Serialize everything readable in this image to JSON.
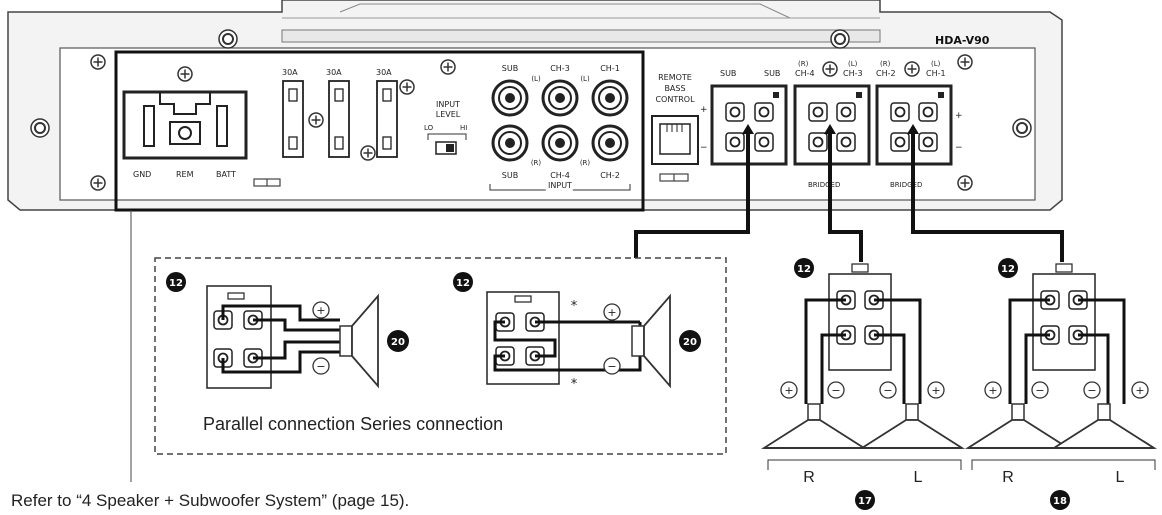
{
  "amp": {
    "model": "HDA-V90",
    "fuse_label": "30A",
    "power_terminals": [
      "GND",
      "REM",
      "BATT"
    ],
    "input_level": {
      "title_line1": "INPUT",
      "title_line2": "LEVEL",
      "lo": "LO",
      "hi": "HI"
    },
    "rca_top": {
      "sub": "SUB",
      "ch3": "CH-3",
      "ch1": "CH-1",
      "l": "(L)"
    },
    "rca_bottom": {
      "sub": "SUB",
      "ch4": "CH-4",
      "ch2": "CH-2",
      "r": "(R)"
    },
    "input_label": "INPUT",
    "remote": {
      "line1": "REMOTE",
      "line2": "BASS",
      "line3": "CONTROL"
    },
    "outputs": {
      "sub_left": "SUB",
      "sub_right": "SUB",
      "ch4": "CH-4",
      "ch3": "CH-3",
      "ch2": "CH-2",
      "ch1": "CH-1",
      "r": "(R)",
      "l": "(L)",
      "bridged": "BRIDGED"
    }
  },
  "callouts": {
    "connector": "12",
    "subwoofer": "20",
    "system_17": "17",
    "system_18": "18"
  },
  "polarity": {
    "plus": "+",
    "minus": "−"
  },
  "series_marker": "*",
  "speakers": {
    "right": "R",
    "left": "L"
  },
  "connection_caption": "Parallel connection Series connection",
  "footnote": "Refer to “4 Speaker + Subwoofer System” (page 15)."
}
